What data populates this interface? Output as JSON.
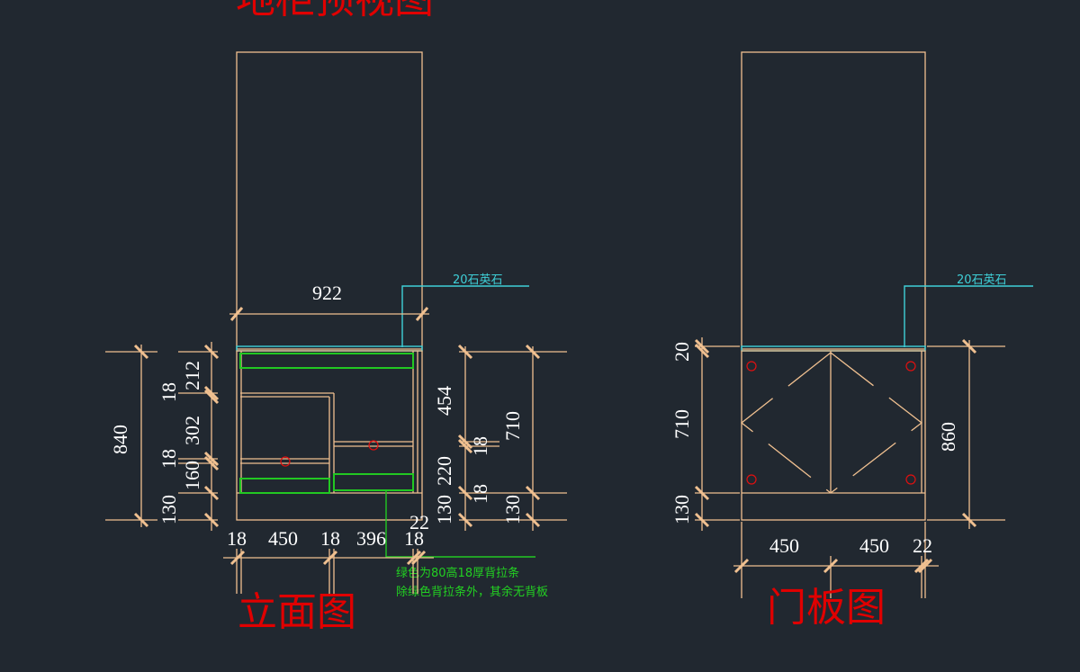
{
  "title": "地柜预视图",
  "elevation": {
    "label": "立面图",
    "countertop_note": "20石英石",
    "overall_width": "922",
    "notes": [
      "绿色为80高18厚背拉条",
      "除绿色背拉条外，其余无背板"
    ],
    "left_dims": {
      "total": "840",
      "inner": [
        "212",
        "18",
        "302",
        "18",
        "160",
        "130"
      ]
    },
    "right_dims": {
      "inner": [
        "454",
        "18",
        "220",
        "18",
        "130"
      ],
      "outer": [
        "710",
        "130"
      ],
      "offset": "22"
    },
    "bottom_dims": [
      "18",
      "450",
      "18",
      "396",
      "18"
    ]
  },
  "door": {
    "label": "门板图",
    "countertop_note": "20石英石",
    "left_dims": [
      "20",
      "710",
      "130"
    ],
    "right_dim": "860",
    "bottom_dims": [
      "450",
      "450",
      "22"
    ]
  },
  "colors": {
    "background": "#212830",
    "lines": "#f0c090",
    "stone": "#3fd0d8",
    "strip": "#22c822",
    "title": "#e00000"
  }
}
